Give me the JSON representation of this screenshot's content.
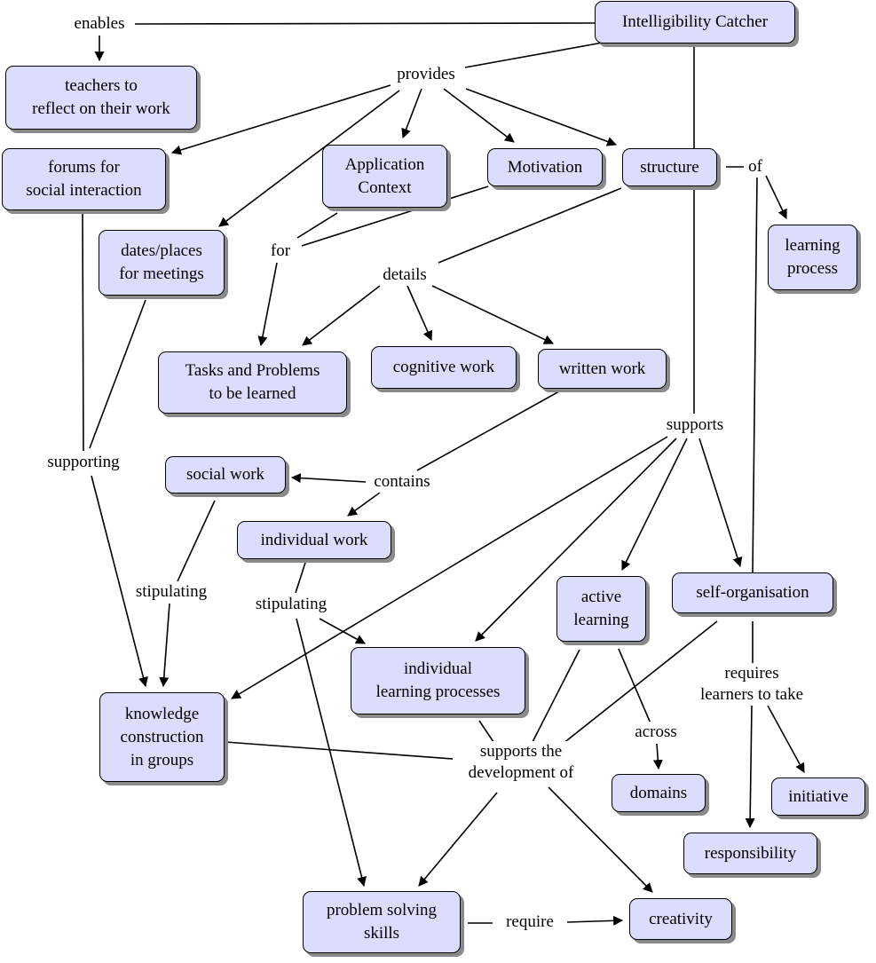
{
  "concepts": {
    "intelligibility_catcher": "Intelligibility Catcher",
    "teachers_reflect": "teachers to\nreflect on their work",
    "forums": "forums for\nsocial interaction",
    "application_context": "Application\nContext",
    "motivation": "Motivation",
    "structure": "structure",
    "learning_process": "learning\nprocess",
    "dates_places": "dates/places\nfor meetings",
    "tasks_problems": "Tasks and Problems\nto be learned",
    "cognitive_work": "cognitive work",
    "written_work": "written work",
    "social_work": "social work",
    "individual_work": "individual work",
    "active_learning": "active\nlearning",
    "self_organisation": "self-organisation",
    "individual_learning": "individual\nlearning processes",
    "knowledge_construction": "knowledge\nconstruction\nin groups",
    "domains": "domains",
    "initiative": "initiative",
    "responsibility": "responsibility",
    "problem_solving": "problem solving\nskills",
    "creativity": "creativity"
  },
  "phrases": {
    "enables": "enables",
    "provides": "provides",
    "of": "of",
    "for": "for",
    "details": "details",
    "supports": "supports",
    "supporting": "supporting",
    "contains": "contains",
    "stipulating_1": "stipulating",
    "stipulating_2": "stipulating",
    "requires": "requires\nlearners to take",
    "across": "across",
    "supports_development": "supports the\ndevelopment of",
    "require": "require"
  },
  "colors": {
    "node_fill": "#dcdcfc",
    "stroke": "#000000",
    "shadow": "#8a8a8a"
  }
}
